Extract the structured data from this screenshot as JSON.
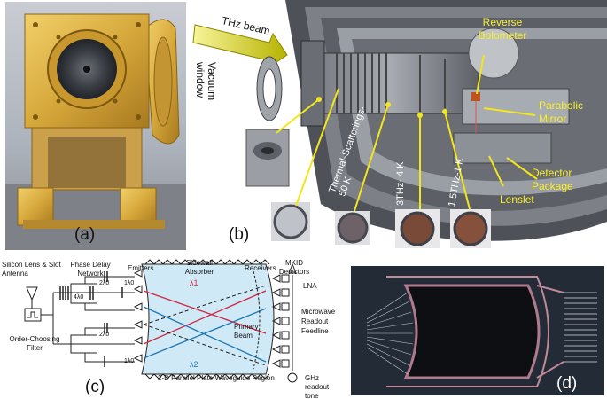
{
  "panels": {
    "a": {
      "tag": "(a)"
    },
    "b": {
      "tag": "(b)",
      "thz_beam": "THz beam",
      "vacuum_window": "Vacuum window",
      "thermal_scatterings": "Thermal-Scatterings-50 K",
      "filter_4k": "3THz- 4 K",
      "filter_1k": "1.5THz-1 K",
      "reverse_bolometer": "Reverse Bolometer",
      "parabolic_mirror": "Parabolic Mirror",
      "detector_package": "Detector Package",
      "lenslet": "Lenslet"
    },
    "c": {
      "tag": "(c)",
      "silicon_lens": "Silicon Lens & Slot Antenna",
      "phase_delay": "Phase Delay Network",
      "emitters": "Emitters",
      "sidewall_absorber": "Sidewall Absorber",
      "receivers": "Receivers",
      "mkid": "MKID Detectors",
      "lna": "LNA",
      "microwave_feedline": "Microwave Readout Feedline",
      "primary_beam": "Primary Beam",
      "order_choosing": "Order-Choosing Filter",
      "waveguide_region": "2-D Parallel Plate Waveguide Region",
      "ghz_tone": "GHz readout tone",
      "lambda1": "λ1",
      "lambda2": "λ2",
      "delay_labels": [
        "4λ0",
        "2λ0",
        "1λ0",
        "2λ0",
        "1λ0"
      ]
    },
    "d": {
      "tag": "(d)"
    }
  }
}
